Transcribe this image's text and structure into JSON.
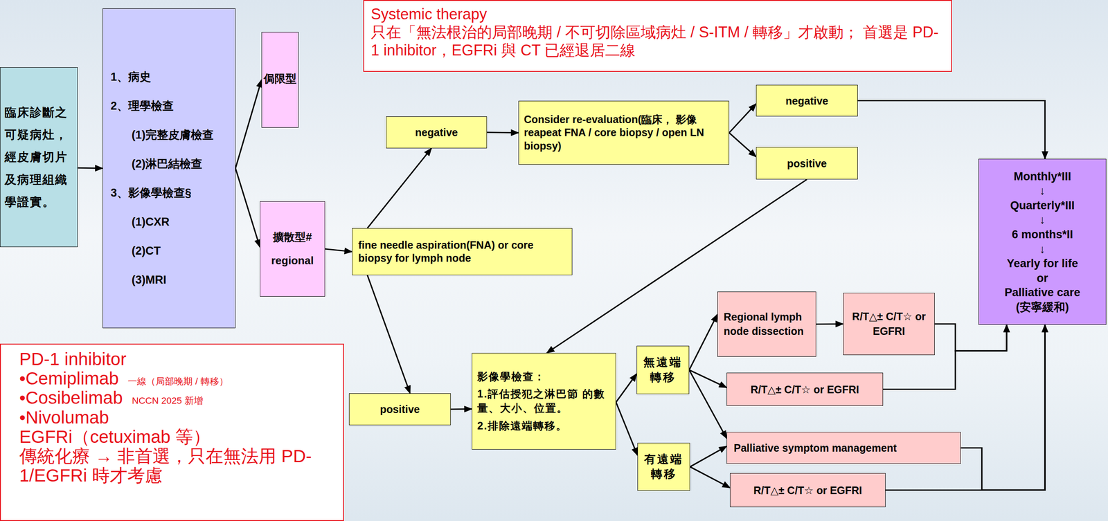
{
  "diagram": {
    "nodes": [
      {
        "text": [
          "臨床診斷之 可疑病灶， 經皮膚切片 及病理組織 學證實。"
        ]
      },
      {
        "text": [
          "1、病史",
          "2、理學檢查",
          "(1)完整皮膚檢查",
          "(2)淋巴結檢查",
          "3、影像學檢查§",
          "(1)CXR",
          "(2)CT",
          "(3)MRI"
        ]
      },
      {
        "text": [
          "侷限型"
        ]
      },
      {
        "text": [
          "擴散型#",
          "regional"
        ]
      },
      {
        "text": [
          "fine needle aspiration(FNA) or core biopsy for lymph node"
        ]
      },
      {
        "text": [
          "negative"
        ]
      },
      {
        "text": [
          "Consider re-evaluation(臨床， 影像reapeat FNA / core biopsy / open LN biopsy)"
        ]
      },
      {
        "text": [
          "negative"
        ]
      },
      {
        "text": [
          "positive"
        ]
      },
      {
        "text": [
          "Monthly*III",
          "↓",
          "Quarterly*III",
          "↓",
          "6 months*II",
          "↓",
          "Yearly for life",
          "or",
          "Palliative care",
          "(安寧緩和)"
        ]
      },
      {
        "text": [
          "positive"
        ]
      },
      {
        "text": [
          "影像學檢查：",
          "1.評估授犯之淋巴節 的數量、大小、位置。",
          "2.排除遠端轉移。"
        ]
      },
      {
        "text": [
          "無遠端 轉移"
        ]
      },
      {
        "text": [
          "有遠端 轉移"
        ]
      },
      {
        "text": [
          "Regional lymph node dissection"
        ]
      },
      {
        "text": [
          "R/T△± C/T☆ or EGFRI"
        ]
      },
      {
        "text": [
          "R/T△± C/T☆ or EGFRI"
        ]
      },
      {
        "text": [
          "Palliative symptom management"
        ]
      },
      {
        "text": [
          "R/T△± C/T☆ or EGFRI"
        ]
      },
      {
        "text": [
          "Systemic therapy",
          "只在「無法根治的局部晚期 / 不可切除區域病灶 / S-ITM / 轉移」才啟動； 首選是 PD-1 inhibitor，EGFRi 與 CT 已經退居二線"
        ]
      },
      {
        "text": [
          "PD-1 inhibitor",
          "•Cemiplimab",
          "一線（局部晚期 / 轉移）",
          "•Cosibelimab",
          "NCCN 2025 新增",
          "•Nivolumab",
          "EGFRi（cetuximab 等）",
          "傳統化療 → 非首選，只在無法用 PD-1/EGFRi 時才考慮"
        ]
      }
    ],
    "edges": [
      {
        "from": 0,
        "to": 1,
        "arrow": "to"
      },
      {
        "from": 1,
        "to": 2,
        "arrow": "to"
      },
      {
        "from": 1,
        "to": 3,
        "arrow": "to"
      },
      {
        "from": 3,
        "to": 4,
        "arrow": "to"
      },
      {
        "from": 4,
        "to": 5,
        "arrow": "to"
      },
      {
        "from": 4,
        "to": 10,
        "arrow": "to"
      },
      {
        "from": 5,
        "to": 6,
        "arrow": "to"
      },
      {
        "from": 6,
        "to": 7,
        "arrow": "to"
      },
      {
        "from": 6,
        "to": 8,
        "arrow": "to"
      },
      {
        "from": 7,
        "to": 9,
        "arrow": "to"
      },
      {
        "from": 8,
        "to": 11,
        "arrow": "to"
      },
      {
        "from": 10,
        "to": 11,
        "arrow": "to"
      },
      {
        "from": 11,
        "to": 12,
        "arrow": "to"
      },
      {
        "from": 11,
        "to": 13,
        "arrow": "to"
      },
      {
        "from": 12,
        "to": 14,
        "arrow": "to"
      },
      {
        "from": 12,
        "to": 16,
        "arrow": "to"
      },
      {
        "from": 12,
        "to": 17,
        "arrow": "to"
      },
      {
        "from": 13,
        "to": 17,
        "arrow": "to"
      },
      {
        "from": 13,
        "to": 18,
        "arrow": "to"
      },
      {
        "from": 14,
        "to": 15,
        "arrow": "to"
      },
      {
        "from": 15,
        "to": 9,
        "arrow": "to"
      },
      {
        "from": 16,
        "to": 9,
        "arrow": "to"
      },
      {
        "from": 17,
        "to": 9,
        "arrow": "to"
      },
      {
        "from": 18,
        "to": 9,
        "arrow": "to"
      }
    ]
  }
}
